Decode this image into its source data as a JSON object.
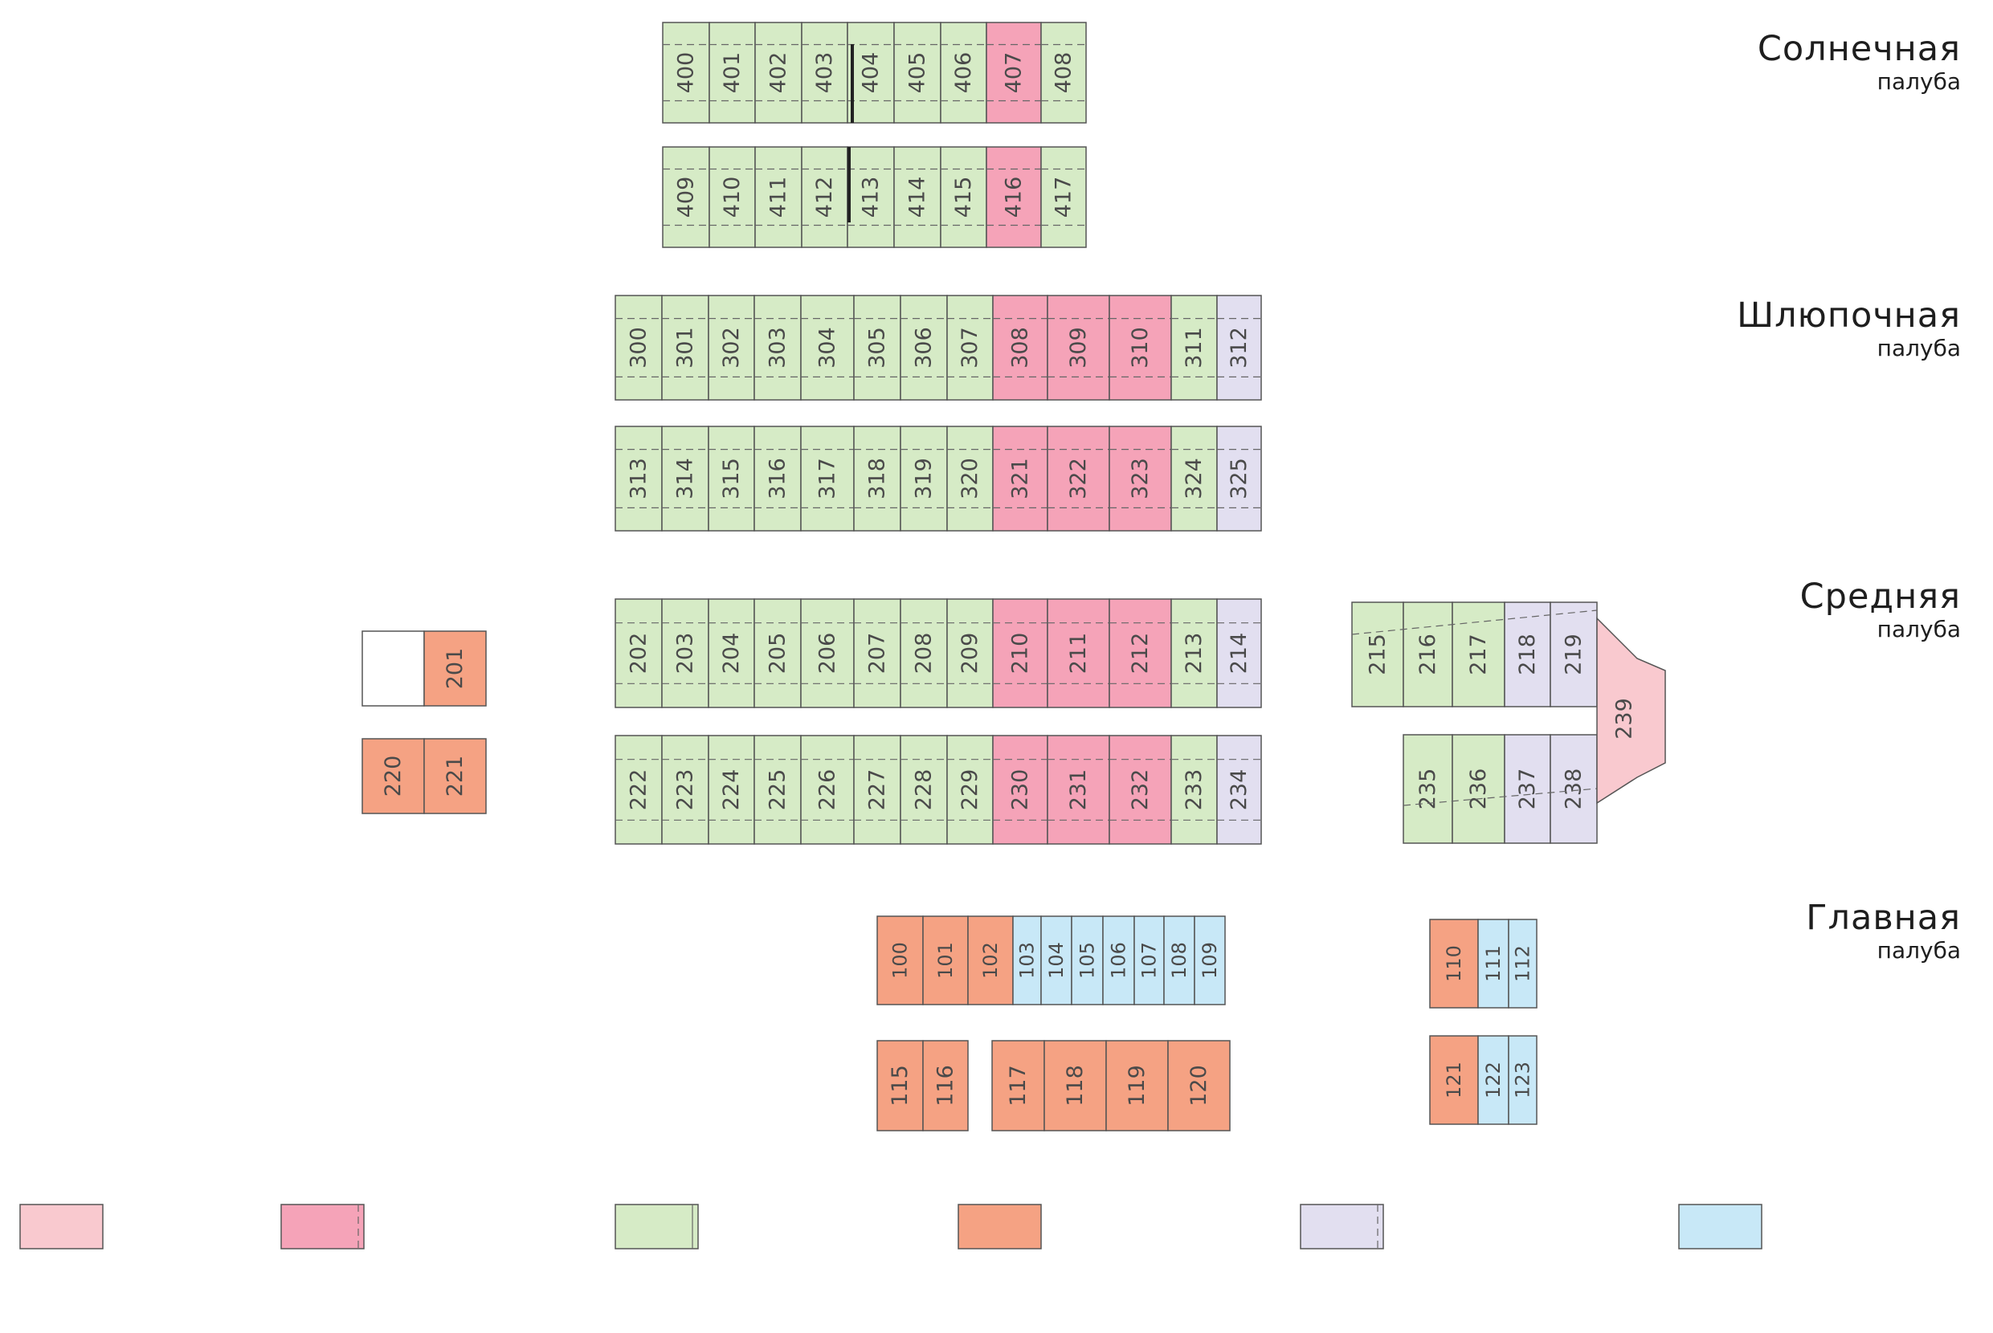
{
  "decks": [
    {
      "name": "Солнечная",
      "sub": "палуба"
    },
    {
      "name": "Шлюпочная",
      "sub": "палуба"
    },
    {
      "name": "Средняя",
      "sub": "палуба"
    },
    {
      "name": "Главная",
      "sub": "палуба"
    }
  ],
  "colors": {
    "light_pink": "#f9c9cf",
    "pink": "#f5a3b8",
    "green": "#d6ebc6",
    "orange": "#f5a283",
    "lavender": "#e2dff0",
    "blue": "#c8e8f7",
    "white": "#ffffff",
    "outline": "#555555",
    "number_text": "#4a4a4a"
  },
  "cabins": {
    "sun": {
      "row1": [
        {
          "n": "400",
          "c": "green"
        },
        {
          "n": "401",
          "c": "green"
        },
        {
          "n": "402",
          "c": "green"
        },
        {
          "n": "403",
          "c": "green"
        },
        {
          "n": "404",
          "c": "green"
        },
        {
          "n": "405",
          "c": "green"
        },
        {
          "n": "406",
          "c": "green"
        },
        {
          "n": "407",
          "c": "pink"
        },
        {
          "n": "408",
          "c": "green"
        }
      ],
      "row2": [
        {
          "n": "409",
          "c": "green"
        },
        {
          "n": "410",
          "c": "green"
        },
        {
          "n": "411",
          "c": "green"
        },
        {
          "n": "412",
          "c": "green"
        },
        {
          "n": "413",
          "c": "green"
        },
        {
          "n": "414",
          "c": "green"
        },
        {
          "n": "415",
          "c": "green"
        },
        {
          "n": "416",
          "c": "pink"
        },
        {
          "n": "417",
          "c": "green"
        }
      ]
    },
    "boat": {
      "row1": [
        {
          "n": "300",
          "c": "green"
        },
        {
          "n": "301",
          "c": "green"
        },
        {
          "n": "302",
          "c": "green"
        },
        {
          "n": "303",
          "c": "green"
        },
        {
          "n": "304",
          "c": "green"
        },
        {
          "n": "305",
          "c": "green"
        },
        {
          "n": "306",
          "c": "green"
        },
        {
          "n": "307",
          "c": "green"
        },
        {
          "n": "308",
          "c": "pink"
        },
        {
          "n": "309",
          "c": "pink"
        },
        {
          "n": "310",
          "c": "pink"
        },
        {
          "n": "311",
          "c": "green"
        },
        {
          "n": "312",
          "c": "lavender"
        }
      ],
      "row2": [
        {
          "n": "313",
          "c": "green"
        },
        {
          "n": "314",
          "c": "green"
        },
        {
          "n": "315",
          "c": "green"
        },
        {
          "n": "316",
          "c": "green"
        },
        {
          "n": "317",
          "c": "green"
        },
        {
          "n": "318",
          "c": "green"
        },
        {
          "n": "319",
          "c": "green"
        },
        {
          "n": "320",
          "c": "green"
        },
        {
          "n": "321",
          "c": "pink"
        },
        {
          "n": "322",
          "c": "pink"
        },
        {
          "n": "323",
          "c": "pink"
        },
        {
          "n": "324",
          "c": "green"
        },
        {
          "n": "325",
          "c": "lavender"
        }
      ]
    },
    "middle": {
      "left_row1": [
        {
          "n": "",
          "c": "white"
        },
        {
          "n": "201",
          "c": "orange"
        }
      ],
      "left_row2": [
        {
          "n": "220",
          "c": "orange"
        },
        {
          "n": "221",
          "c": "orange"
        }
      ],
      "row1": [
        {
          "n": "202",
          "c": "green"
        },
        {
          "n": "203",
          "c": "green"
        },
        {
          "n": "204",
          "c": "green"
        },
        {
          "n": "205",
          "c": "green"
        },
        {
          "n": "206",
          "c": "green"
        },
        {
          "n": "207",
          "c": "green"
        },
        {
          "n": "208",
          "c": "green"
        },
        {
          "n": "209",
          "c": "green"
        },
        {
          "n": "210",
          "c": "pink"
        },
        {
          "n": "211",
          "c": "pink"
        },
        {
          "n": "212",
          "c": "pink"
        },
        {
          "n": "213",
          "c": "green"
        },
        {
          "n": "214",
          "c": "lavender"
        }
      ],
      "row2": [
        {
          "n": "222",
          "c": "green"
        },
        {
          "n": "223",
          "c": "green"
        },
        {
          "n": "224",
          "c": "green"
        },
        {
          "n": "225",
          "c": "green"
        },
        {
          "n": "226",
          "c": "green"
        },
        {
          "n": "227",
          "c": "green"
        },
        {
          "n": "228",
          "c": "green"
        },
        {
          "n": "229",
          "c": "green"
        },
        {
          "n": "230",
          "c": "pink"
        },
        {
          "n": "231",
          "c": "pink"
        },
        {
          "n": "232",
          "c": "pink"
        },
        {
          "n": "233",
          "c": "green"
        },
        {
          "n": "234",
          "c": "lavender"
        }
      ],
      "bow_row1": [
        {
          "n": "215",
          "c": "green"
        },
        {
          "n": "216",
          "c": "green"
        },
        {
          "n": "217",
          "c": "green"
        },
        {
          "n": "218",
          "c": "lavender"
        },
        {
          "n": "219",
          "c": "lavender"
        }
      ],
      "bow_row2": [
        {
          "n": "235",
          "c": "green"
        },
        {
          "n": "236",
          "c": "green"
        },
        {
          "n": "237",
          "c": "lavender"
        },
        {
          "n": "238",
          "c": "lavender"
        }
      ],
      "bow_cap": {
        "n": "239",
        "c": "light_pink"
      }
    },
    "main": {
      "row1": [
        {
          "n": "100",
          "c": "orange"
        },
        {
          "n": "101",
          "c": "orange"
        },
        {
          "n": "102",
          "c": "orange"
        },
        {
          "n": "103",
          "c": "blue"
        },
        {
          "n": "104",
          "c": "blue"
        },
        {
          "n": "105",
          "c": "blue"
        },
        {
          "n": "106",
          "c": "blue"
        },
        {
          "n": "107",
          "c": "blue"
        },
        {
          "n": "108",
          "c": "blue"
        },
        {
          "n": "109",
          "c": "blue"
        }
      ],
      "row2a": [
        {
          "n": "115",
          "c": "orange"
        },
        {
          "n": "116",
          "c": "orange"
        }
      ],
      "row2b": [
        {
          "n": "117",
          "c": "orange"
        },
        {
          "n": "118",
          "c": "orange"
        },
        {
          "n": "119",
          "c": "orange"
        },
        {
          "n": "120",
          "c": "orange"
        }
      ],
      "bow_row1": [
        {
          "n": "110",
          "c": "orange"
        },
        {
          "n": "111",
          "c": "blue"
        },
        {
          "n": "112",
          "c": "blue"
        }
      ],
      "bow_row2": [
        {
          "n": "121",
          "c": "orange"
        },
        {
          "n": "122",
          "c": "blue"
        },
        {
          "n": "123",
          "c": "blue"
        }
      ]
    }
  },
  "legend": [
    {
      "c": "light_pink",
      "split": false
    },
    {
      "c": "pink",
      "split": true
    },
    {
      "c": "green",
      "split": true
    },
    {
      "c": "orange",
      "split": false
    },
    {
      "c": "lavender",
      "split": true
    },
    {
      "c": "blue",
      "split": false
    }
  ]
}
